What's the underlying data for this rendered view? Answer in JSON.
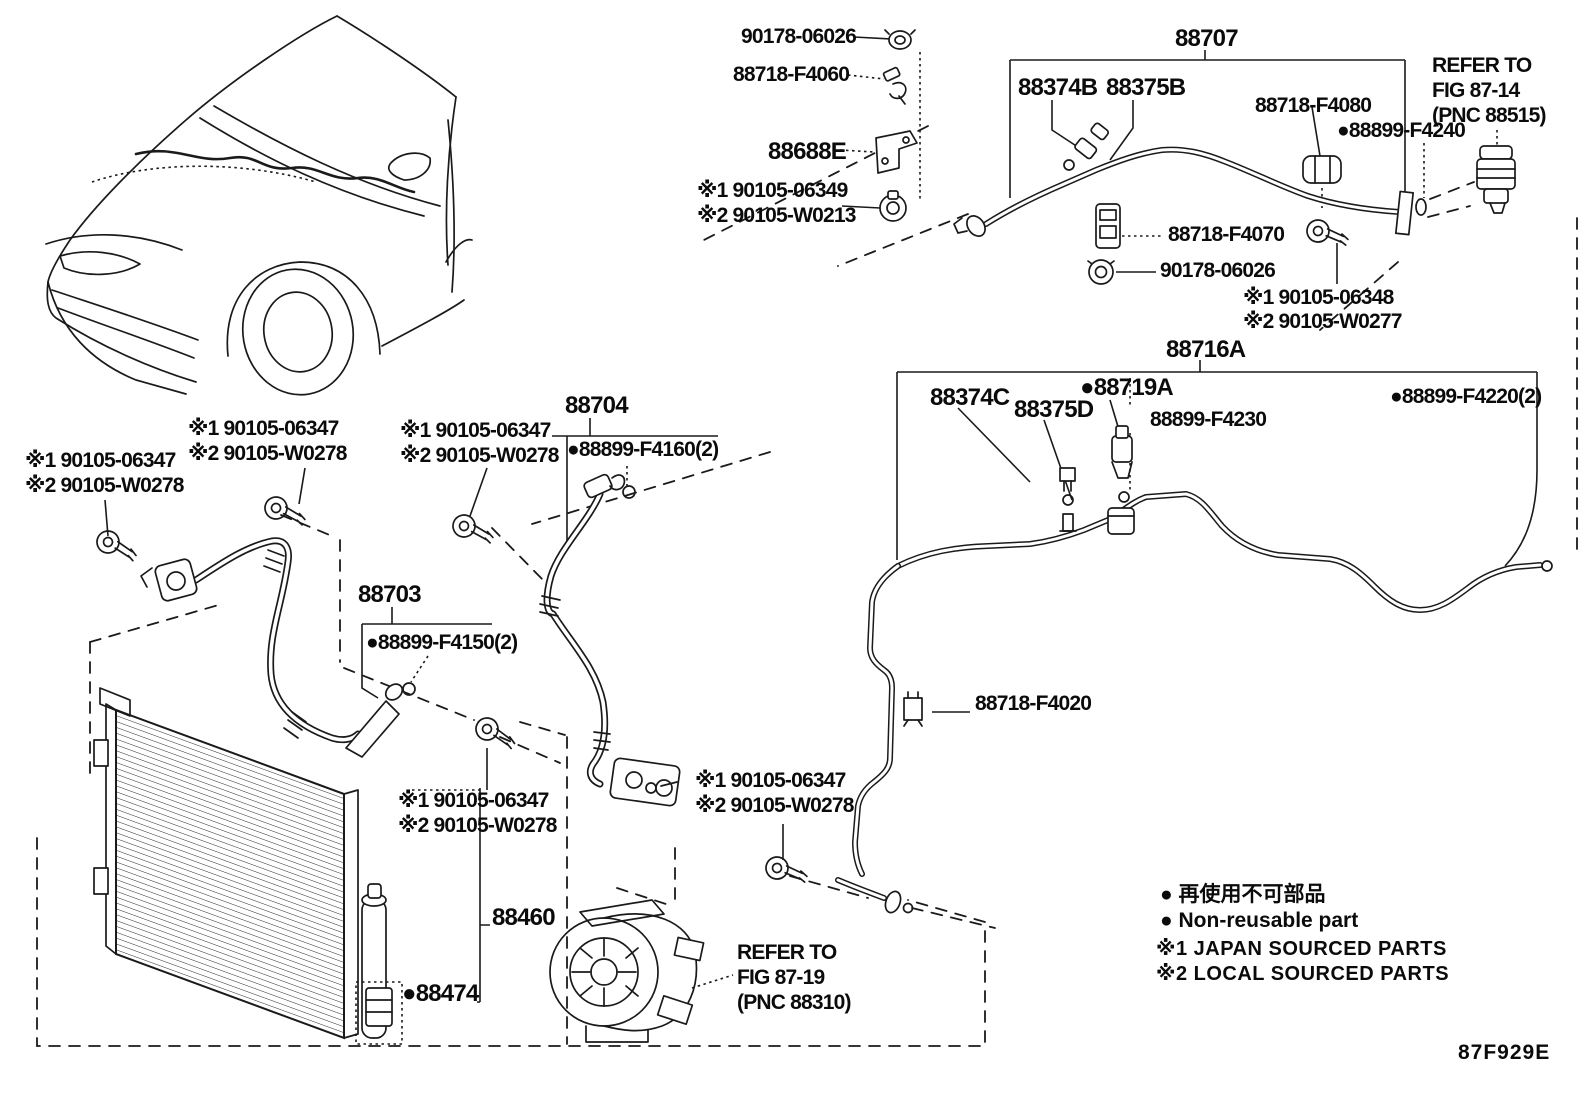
{
  "labels": {
    "grommet_top": "90178-06026",
    "clamp_f4060": "88718-F4060",
    "bracket_88688e": "88688E",
    "bolt_06349": "※1 90105-06349",
    "bolt_w0213": "※2 90105-W0213",
    "sec_88707": "88707",
    "p88374b": "88374B",
    "p88375b": "88375B",
    "clamp_f4080": "88718-F4080",
    "oring_f4240": "●88899-F4240",
    "ref14_l1": "REFER TO",
    "ref14_l2": "FIG 87-14",
    "ref14_l3": "(PNC 88515)",
    "conn_f4070": "88718-F4070",
    "grommet_mid": "90178-06026",
    "bolt_06348": "※1 90105-06348",
    "bolt_w0277": "※2 90105-W0277",
    "sec_88716a": "88716A",
    "p88374c": "88374C",
    "p88375d": "88375D",
    "valve_88719a": "●88719A",
    "oring_f4230": "88899-F4230",
    "oring_f4220": "●88899-F4220(2)",
    "set_a1": "※1 90105-06347",
    "set_a2": "※2 90105-W0278",
    "set_b1": "※1 90105-06347",
    "set_b2": "※2 90105-W0278",
    "set_c1": "※1 90105-06347",
    "set_c2": "※2 90105-W0278",
    "set_d1": "※1 90105-06347",
    "set_d2": "※2 90105-W0278",
    "set_e1": "※1 90105-06347",
    "set_e2": "※2 90105-W0278",
    "sec_88704": "88704",
    "oring_f4160": "●88899-F4160(2)",
    "sec_88703": "88703",
    "oring_f4150": "●88899-F4150(2)",
    "sec_88460": "88460",
    "part_88474": "●88474",
    "ref19_l1": "REFER TO",
    "ref19_l2": "FIG 87-19",
    "ref19_l3": "(PNC 88310)",
    "clamp_f4020": "88718-F4020",
    "legend_jp": "● 再使用不可部品",
    "legend_en": "● Non-reusable part",
    "legend_s1": "※1 JAPAN SOURCED PARTS",
    "legend_s2": "※2 LOCAL SOURCED PARTS",
    "diagram_code": "87F929E"
  }
}
